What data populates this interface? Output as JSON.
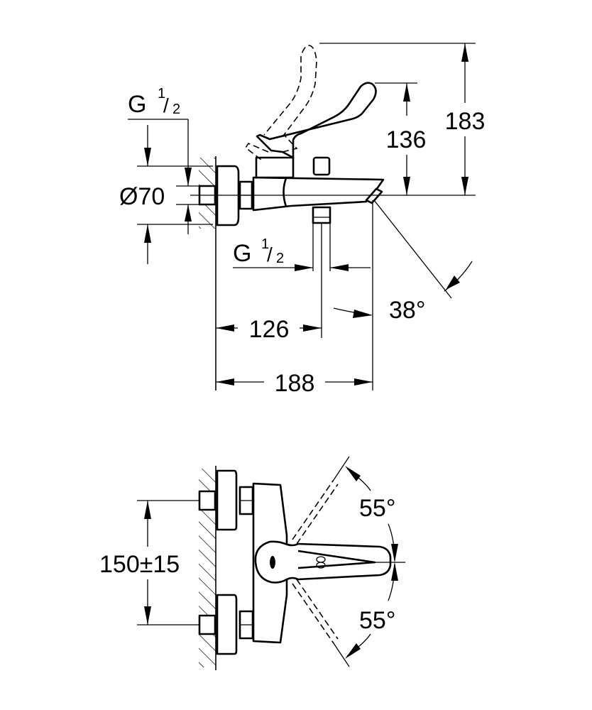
{
  "title": "Single-lever bath mixer dimension drawing",
  "side_view": {
    "label_thread_top": {
      "letter": "G",
      "numerator": "1",
      "slash": "/",
      "denominator": "2"
    },
    "label_diameter": "Ø70",
    "label_thread_bottom": {
      "letter": "G",
      "numerator": "1",
      "slash": "/",
      "denominator": "2"
    },
    "dim_height_lever": "136",
    "dim_height_total": "183",
    "dim_depth_outlet": "126",
    "dim_depth_total": "188",
    "angle_spout": "38°"
  },
  "top_view": {
    "dim_centers": "150",
    "dim_tolerance": "±15",
    "angle_upper": "55°",
    "angle_lower": "55°"
  },
  "colors": {
    "line": "#000000",
    "background": "#ffffff"
  }
}
